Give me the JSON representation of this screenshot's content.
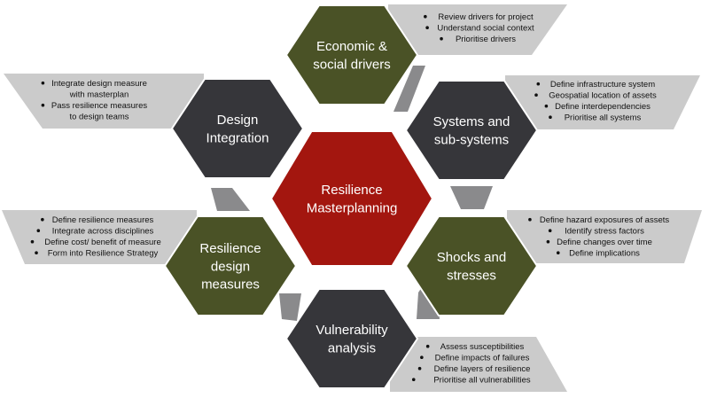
{
  "colors": {
    "olive": "#4a5226",
    "charcoal": "#36363a",
    "red": "#a3160f",
    "panel_grey": "#cbcbcb",
    "connector_grey": "#8a8a8c"
  },
  "center": {
    "lines": [
      "Resilience",
      "Masterplanning"
    ]
  },
  "hexes": [
    {
      "id": "economic",
      "color": "olive",
      "lines": [
        "Economic &",
        "social drivers"
      ]
    },
    {
      "id": "systems",
      "color": "charcoal",
      "lines": [
        "Systems and",
        "sub-systems"
      ]
    },
    {
      "id": "shocks",
      "color": "olive",
      "lines": [
        "Shocks and",
        "stresses"
      ]
    },
    {
      "id": "vulnerability",
      "color": "charcoal",
      "lines": [
        "Vulnerability",
        "analysis"
      ]
    },
    {
      "id": "resilience-design",
      "color": "olive",
      "lines": [
        "Resilience",
        "design",
        "measures"
      ]
    },
    {
      "id": "design-integration",
      "color": "charcoal",
      "lines": [
        "Design",
        "Integration"
      ]
    }
  ],
  "panels": [
    {
      "id": "economic",
      "bullets": [
        "Review drivers for project",
        "Understand social context",
        "Prioritise drivers"
      ]
    },
    {
      "id": "systems",
      "bullets": [
        "Define infrastructure system",
        "Geospatial location of assets",
        "Define interdependencies",
        "Prioritise all systems"
      ]
    },
    {
      "id": "shocks",
      "bullets": [
        "Define hazard exposures of assets",
        "Identify stress factors",
        "Define changes over time",
        "Define implications"
      ]
    },
    {
      "id": "vulnerability",
      "bullets": [
        "Assess susceptibilities",
        "Define impacts of failures",
        "Define layers of resilience",
        "Prioritise all vulnerabilities"
      ]
    },
    {
      "id": "resilience-design",
      "bullets": [
        "Define resilience measures",
        "Integrate across disciplines",
        "Define cost/ benefit of measure",
        "Form into Resilience Strategy"
      ]
    },
    {
      "id": "design-integration",
      "bullets": [
        "Integrate design measure",
        "with masterplan",
        "Pass resilience measures",
        "to design teams"
      ],
      "bullet_flags": [
        true,
        false,
        true,
        false
      ]
    }
  ]
}
